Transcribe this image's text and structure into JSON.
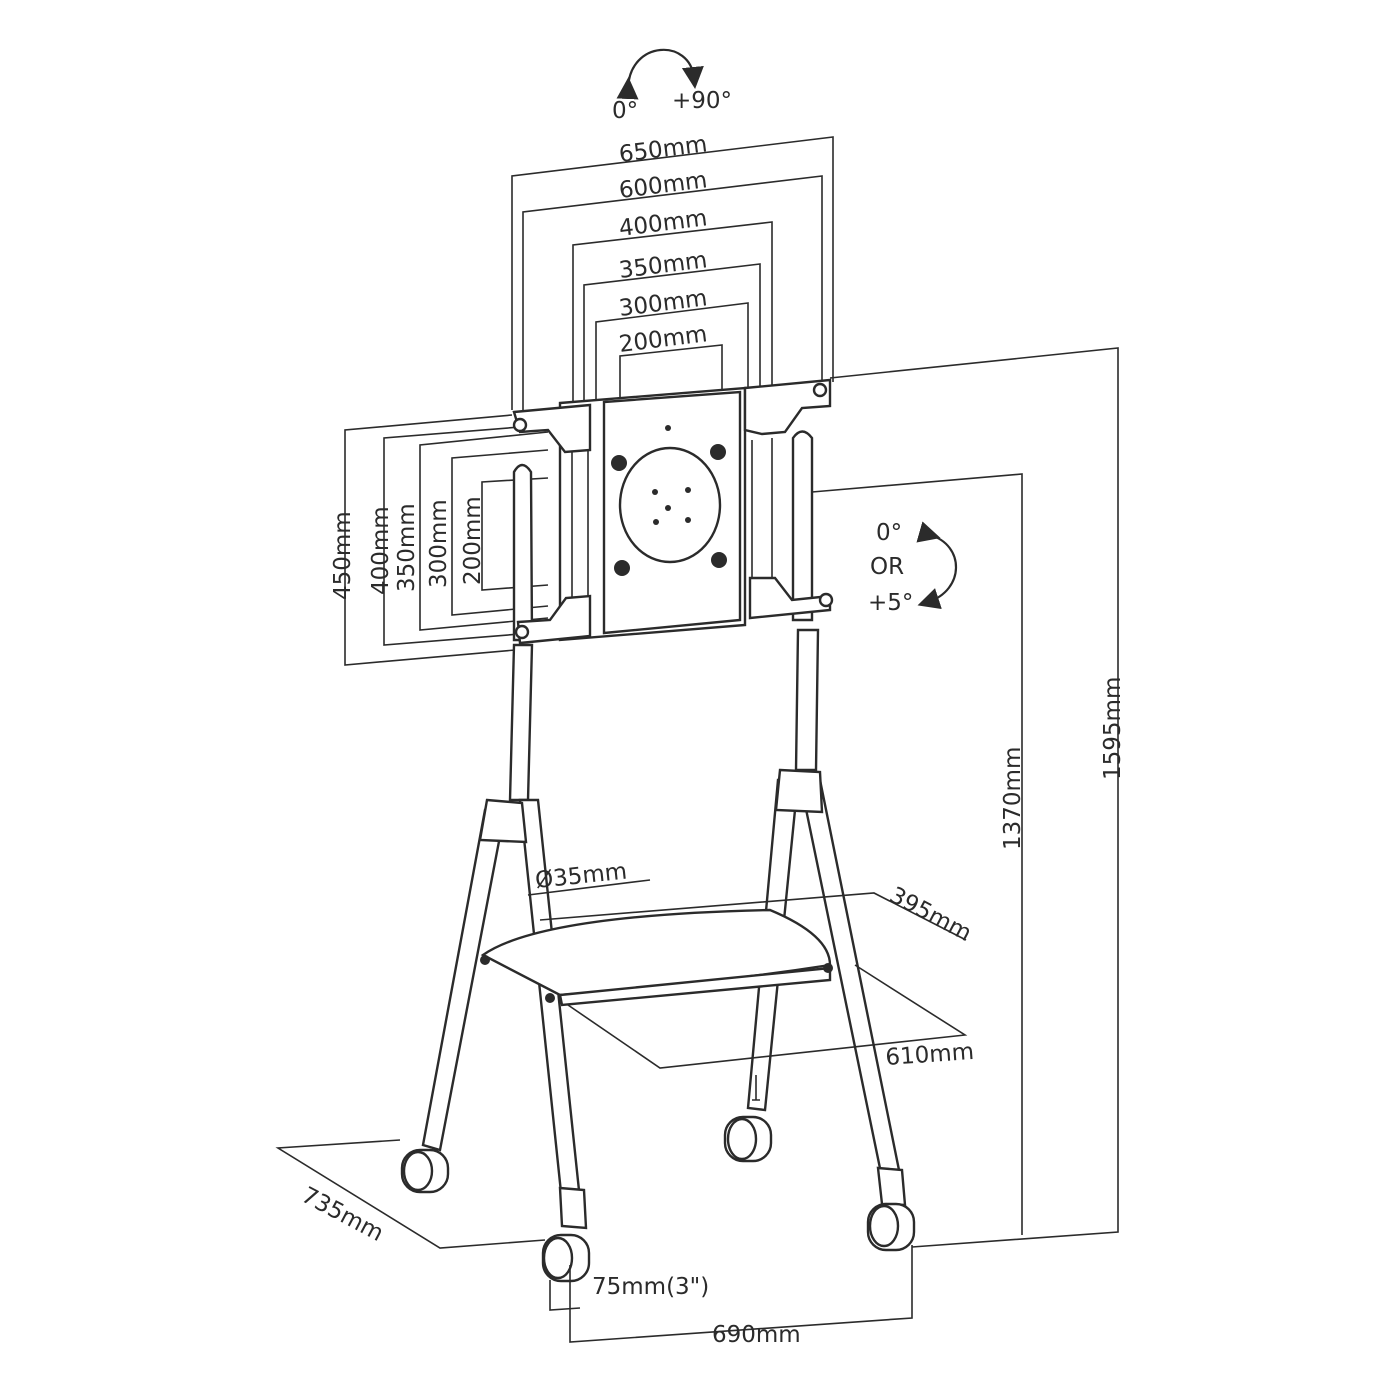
{
  "rotation": {
    "start": "0°",
    "end": "+90°"
  },
  "tilt": {
    "a": "0°",
    "b": "OR",
    "c": "+5°"
  },
  "vesa_width": [
    "650mm",
    "600mm",
    "400mm",
    "350mm",
    "300mm",
    "200mm"
  ],
  "vesa_height": [
    "450mm",
    "400mm",
    "350mm",
    "300mm",
    "200mm"
  ],
  "heights": {
    "max": "1595mm",
    "min": "1370mm"
  },
  "pole": {
    "diameter": "Ø35mm"
  },
  "shelf": {
    "depth": "395mm",
    "width": "610mm"
  },
  "base": {
    "depth": "735mm",
    "width": "690mm",
    "caster": "75mm(3\")"
  },
  "colors": {
    "line": "#2b2b2b",
    "background": "#ffffff"
  },
  "icons": [
    "rotate-arrow-icon",
    "tilt-arrow-icon"
  ]
}
